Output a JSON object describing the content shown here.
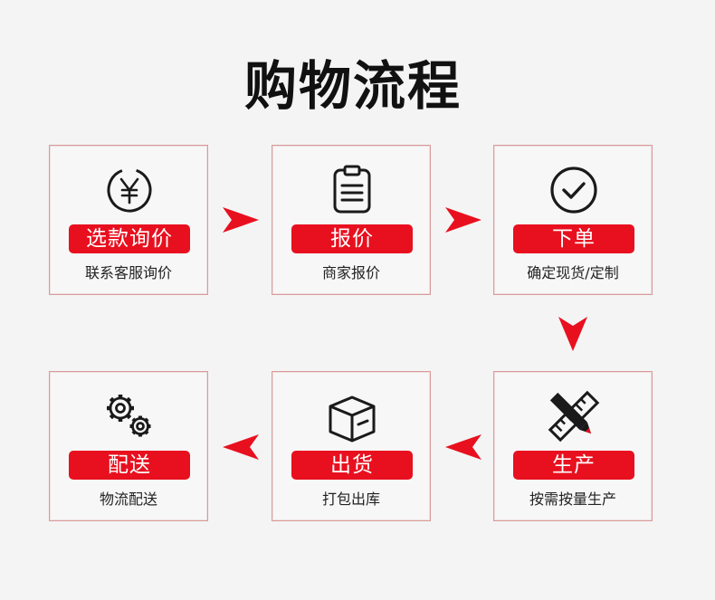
{
  "title": "购物流程",
  "accent_color": "#e8101f",
  "steps": [
    {
      "label": "选款询价",
      "desc": "联系客服询价",
      "icon": "yen-coin-icon"
    },
    {
      "label": "报价",
      "desc": "商家报价",
      "icon": "clipboard-icon"
    },
    {
      "label": "下单",
      "desc": "确定现货/定制",
      "icon": "check-circle-icon"
    },
    {
      "label": "生产",
      "desc": "按需按量生产",
      "icon": "pencil-ruler-icon"
    },
    {
      "label": "出货",
      "desc": "打包出库",
      "icon": "package-box-icon"
    },
    {
      "label": "配送",
      "desc": "物流配送",
      "icon": "gears-icon"
    }
  ],
  "arrows": [
    "right-arrow-icon",
    "right-arrow-icon",
    "down-arrow-icon",
    "left-arrow-icon",
    "left-arrow-icon"
  ]
}
